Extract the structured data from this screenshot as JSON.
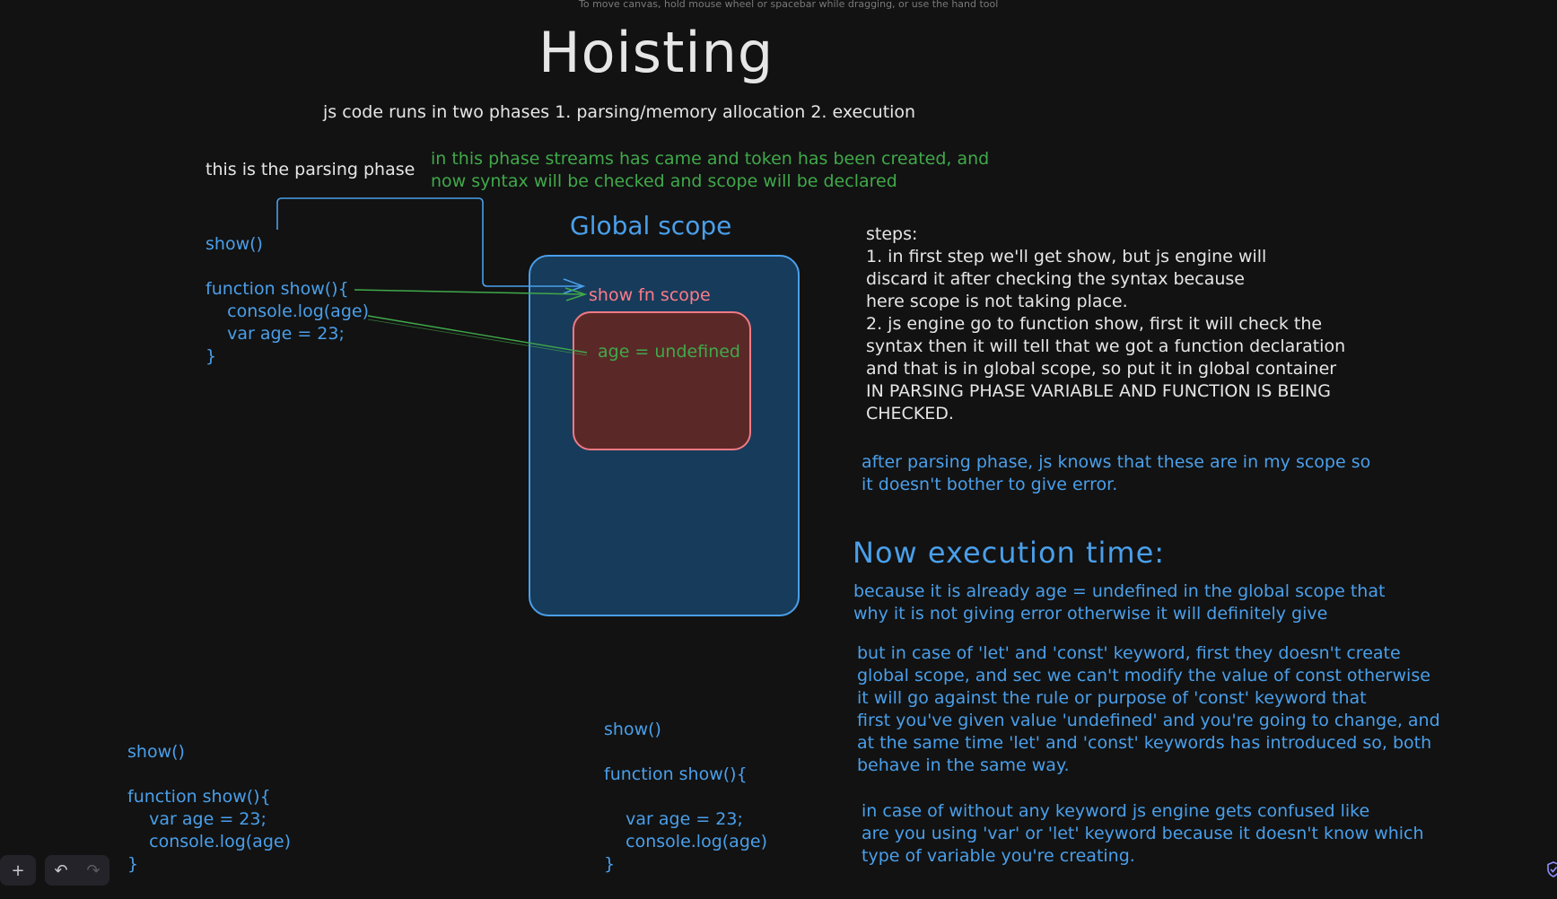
{
  "canvas_hint": "To move canvas, hold mouse wheel or spacebar while dragging, or use the hand tool",
  "title": "Hoisting",
  "subtitle": "js code runs in two phases 1. parsing/memory allocation 2. execution",
  "parsing": {
    "label": "this is the parsing phase",
    "description": "in this phase streams has came and token has been created, and\nnow syntax will be checked and scope will be declared"
  },
  "code_main": "show()\n\nfunction show(){\n    console.log(age)\n    var age = 23;\n}",
  "diagram": {
    "global_scope_title": "Global scope",
    "fn_scope_label": "show fn scope",
    "age_label": "age = undefined"
  },
  "steps_text": "steps:\n1. in first step we'll get show, but js engine will\ndiscard it after checking the syntax because\nhere scope is not taking place.\n2. js engine go to function show, first it will check the\nsyntax then it will tell that we got a function declaration\nand that is in global scope, so put it in global container\nIN PARSING PHASE VARIABLE AND FUNCTION IS BEING\nCHECKED.",
  "after_parsing": "after parsing phase, js knows that these are in my scope so\nit doesn't bother to give error.",
  "execution": {
    "title": "Now execution time:",
    "p1": "because it is already age = undefined in the global scope that\nwhy it is not giving error otherwise it will definitely give",
    "p2": "but in case of 'let' and 'const' keyword, first they doesn't create\nglobal scope, and sec we can't modify the value of const otherwise\nit will go against the rule or purpose of 'const' keyword that\nfirst you've given value 'undefined' and you're going to change, and\nat the same time 'let' and 'const' keywords has introduced so, both\nbehave in the same way.",
    "p3": "in case of without any keyword js engine gets confused like\nare you using 'var' or 'let' keyword because it doesn't know which\ntype of variable you're creating."
  },
  "code_left": "show()\n\nfunction show(){\n    var age = 23;\n    console.log(age)\n}",
  "code_middle": "show()\n\nfunction show(){\n\n    var age = 23;\n    console.log(age)\n}",
  "toolbar": {
    "add_icon": "+",
    "undo_icon": "↶",
    "redo_icon": "↷"
  },
  "colors": {
    "background": "#121212",
    "blue": "#4a9fea",
    "green": "#40a94a",
    "pink": "#ff7b8a",
    "global_fill": "#173b5a",
    "fn_fill": "#5b2828"
  }
}
